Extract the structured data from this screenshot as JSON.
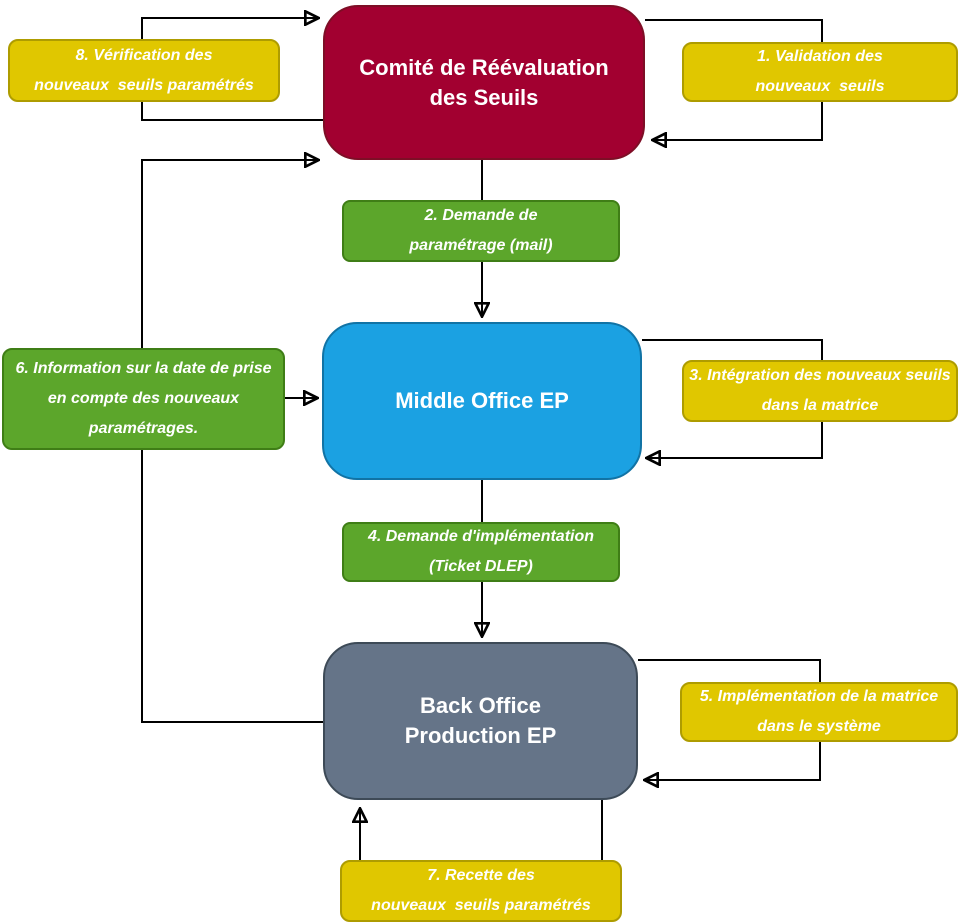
{
  "diagram": {
    "nodes": {
      "comite": {
        "line1": "Comité de Réévaluation",
        "line2": "des Seuils"
      },
      "middle_office": {
        "label": "Middle Office EP"
      },
      "back_office": {
        "line1": "Back Office",
        "line2": "Production EP"
      }
    },
    "steps": {
      "s1": {
        "line1": "1. Validation des",
        "line2": "nouveaux  seuils"
      },
      "s2": {
        "line1": "2. Demande de",
        "line2": "paramétrage (mail)"
      },
      "s3": {
        "line1": "3. Intégration des nouveaux seuils",
        "line2": "dans la matrice"
      },
      "s4": {
        "line1": "4. Demande d'implémentation",
        "line2": "(Ticket DLEP)"
      },
      "s5": {
        "line1": "5. Implémentation de la matrice",
        "line2": "dans le système"
      },
      "s6": {
        "line1": "6. Information sur la date de prise",
        "line2": "en compte des nouveaux",
        "line3": "paramétrages."
      },
      "s7": {
        "line1": "7. Recette des",
        "line2": "nouveaux  seuils paramétrés"
      },
      "s8": {
        "line1": "8. Vérification des",
        "line2": "nouveaux  seuils paramétrés"
      }
    },
    "colors": {
      "node_red": "#A20030",
      "node_red_border": "#7E0E26",
      "node_blue": "#1BA1E2",
      "node_blue_border": "#1173A5",
      "node_gray": "#657488",
      "node_gray_border": "#3D4A57",
      "label_yellow": "#E0C700",
      "label_yellow_border": "#AE9C00",
      "label_green": "#5CA62B",
      "label_green_border": "#3F7E16",
      "connector": "#000000"
    }
  }
}
